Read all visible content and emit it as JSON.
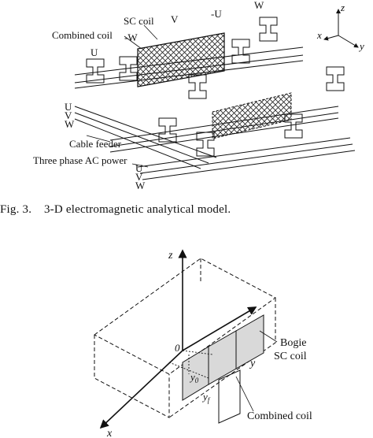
{
  "figure1": {
    "labels": {
      "sc_coil": "SC coil",
      "combined_coil": "Combined coil",
      "neg_w": "-W",
      "v_top": "V",
      "neg_u": "-U",
      "w_top": "W",
      "u_left": "U",
      "u_feed": "U",
      "v_feed": "V",
      "w_feed": "W",
      "cable_feeder": "Cable feeder",
      "three_phase": "Three phase AC power",
      "u_bottom": "U",
      "v_bottom": "V",
      "w_bottom": "W",
      "axis_z": "z",
      "axis_x": "x",
      "axis_y": "y"
    },
    "caption": {
      "number": "Fig. 3.",
      "text": "3-D electromagnetic analytical model."
    }
  },
  "figure2": {
    "labels": {
      "axis_z": "z",
      "axis_y": "y",
      "axis_x": "x",
      "origin": "0",
      "bogie": "Bogie",
      "sc_coil": "SC coil",
      "combined_coil": "Combined coil",
      "y0": "y",
      "y0_sub": "0",
      "yf": "y",
      "yf_sub": "f"
    }
  },
  "colors": {
    "line": "#111111",
    "coil_fill": "#d9d9d9",
    "hatch": "#222222"
  }
}
